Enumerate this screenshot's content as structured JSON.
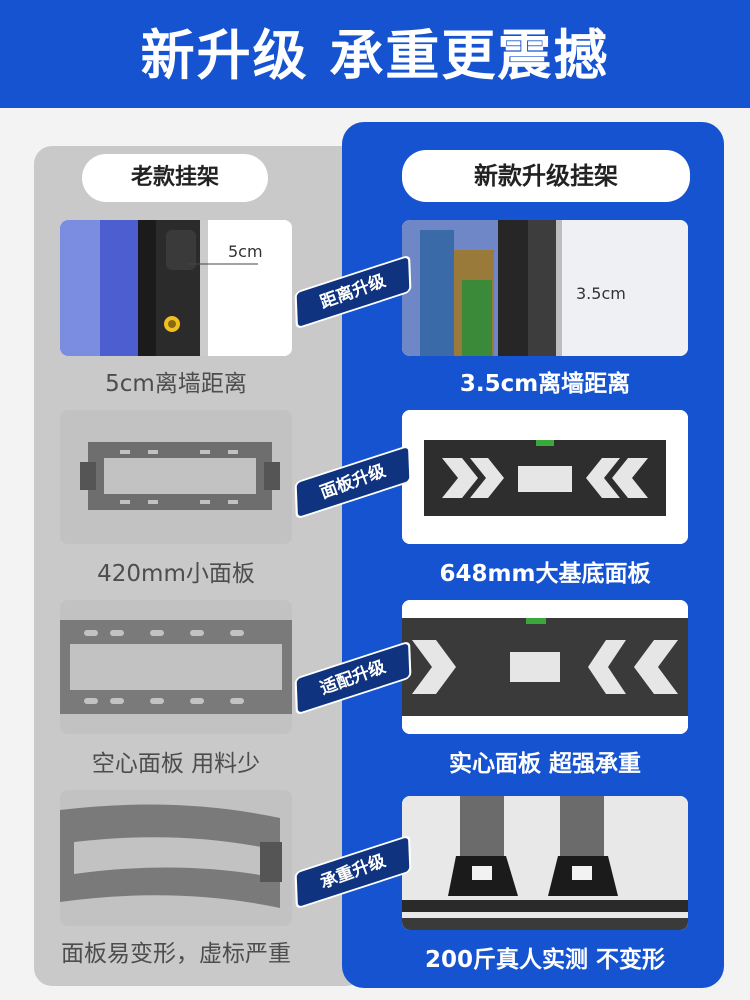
{
  "header": {
    "title": "新升级 承重更震撼"
  },
  "old": {
    "label": "老款挂架",
    "distance_label": "5cm",
    "captions": [
      "5cm离墙距离",
      "420mm小面板",
      "空心面板 用料少",
      "面板易变形，虚标严重"
    ]
  },
  "new": {
    "label": "新款升级挂架",
    "distance_label": "3.5cm",
    "captions": [
      "3.5cm离墙距离",
      "648mm大基底面板",
      "实心面板 超强承重",
      "200斤真人实测 不变形"
    ]
  },
  "badges": [
    "距离升级",
    "面板升级",
    "适配升级",
    "承重升级"
  ],
  "colors": {
    "brand_blue": "#1553d0",
    "badge_blue": "#10337f",
    "panel_grey": "#c9c9c9"
  }
}
